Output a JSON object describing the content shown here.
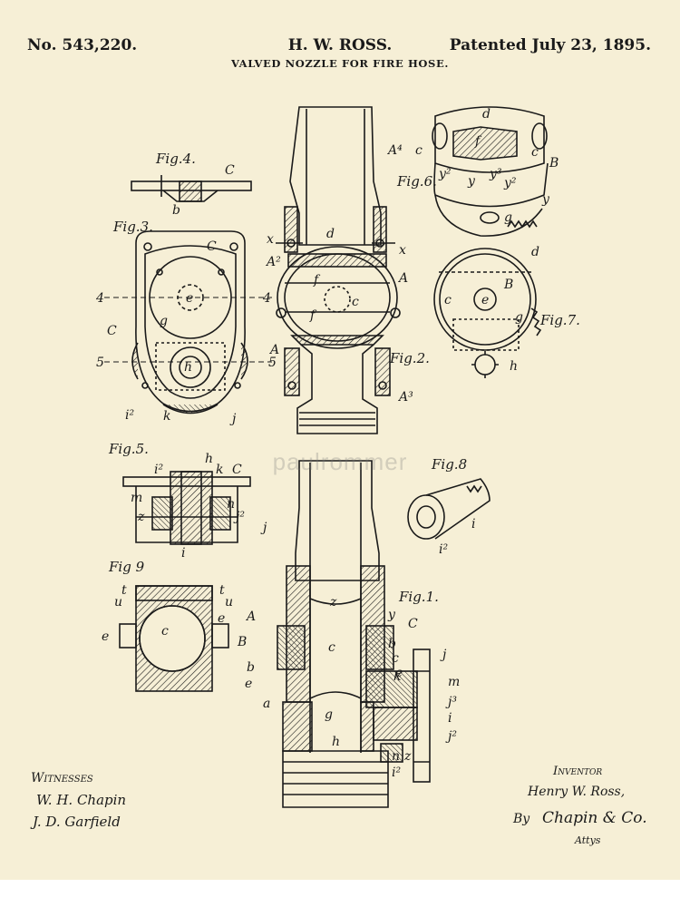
{
  "header": {
    "patent_number": "No. 543,220.",
    "inventor": "H. W. ROSS.",
    "patent_date": "Patented July 23, 1895.",
    "title": "VALVED NOZZLE FOR FIRE HOSE."
  },
  "figures": {
    "fig1": "Fig.1.",
    "fig2": "Fig.2.",
    "fig3": "Fig.3.",
    "fig4": "Fig.4.",
    "fig5": "Fig.5.",
    "fig6": "Fig.6.",
    "fig7": "Fig.7.",
    "fig8": "Fig.8",
    "fig9": "Fig 9"
  },
  "labels": {
    "A": "A",
    "A2": "A²",
    "A3": "A³",
    "A4": "A⁴",
    "B": "B",
    "C": "C",
    "a": "a",
    "b": "b",
    "c": "c",
    "d": "d",
    "e": "e",
    "f": "f",
    "g": "g",
    "h": "h",
    "i": "i",
    "i2": "i²",
    "j": "j",
    "j2": "j²",
    "j3": "j³",
    "k": "k",
    "m": "m",
    "n": "n",
    "t": "t",
    "u": "u",
    "x": "x",
    "y": "y",
    "y2": "y²",
    "y3": "y³",
    "z": "z",
    "four": "4",
    "five": "5"
  },
  "signatures": {
    "witnesses_heading": "Witnesses",
    "witness_1": "W. H. Chapin",
    "witness_2": "J. D. Garfield",
    "inventor_heading": "Inventor",
    "inventor_signature": "Henry W. Ross,",
    "by": "By",
    "attorney": "Chapin & Co.",
    "attys": "Attys"
  },
  "watermark": "paulrommer"
}
